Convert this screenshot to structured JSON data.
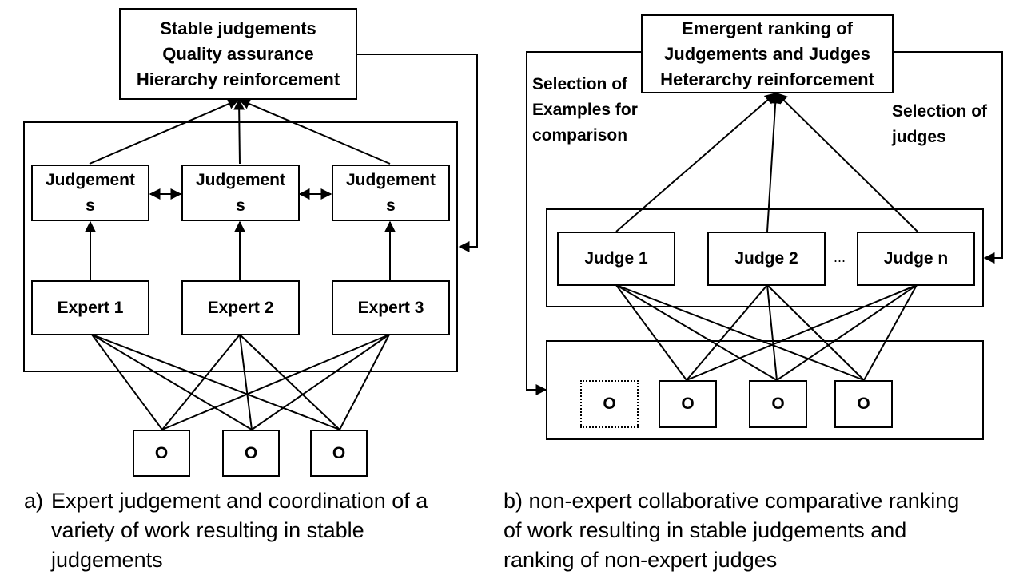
{
  "panel_a": {
    "top_box": {
      "line1": "Stable judgements",
      "line2": "Quality assurance",
      "line3": "Hierarchy reinforcement"
    },
    "judgements": [
      "Judgement\ns",
      "Judgement\ns",
      "Judgement\ns"
    ],
    "experts": [
      "Expert 1",
      "Expert 2",
      "Expert 3"
    ],
    "objects": [
      "O",
      "O",
      "O"
    ],
    "caption": {
      "marker": "a)",
      "line1": "Expert judgement and coordination of a",
      "line2": "variety of work resulting in stable",
      "line3": "judgements"
    }
  },
  "panel_b": {
    "top_box": {
      "line1": "Emergent ranking of",
      "line2": "Judgements and Judges",
      "line3": "Heterarchy reinforcement"
    },
    "left_label": "Selection of\nExamples for\ncomparison",
    "right_label": "Selection of\njudges",
    "judges": [
      "Judge 1",
      "Judge 2",
      "Judge n"
    ],
    "ellipsis": "...",
    "objects": [
      "O",
      "O",
      "O",
      "O"
    ],
    "caption": {
      "line1": "b) non-expert collaborative comparative ranking",
      "line2": "of work resulting in stable judgements and",
      "line3": "ranking of non-expert judges"
    }
  }
}
